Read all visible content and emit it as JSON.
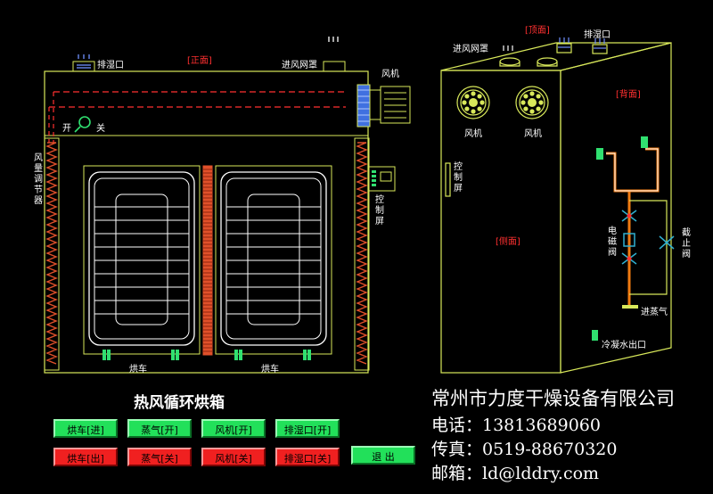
{
  "labels": {
    "front_tag": "[正面]",
    "top_tag": "[顶面]",
    "back_tag": "[背面]",
    "side_tag": "[侧面]",
    "exhaust_front": "排湿口",
    "intake_front": "进风网罩",
    "fan_front": "风机",
    "open": "开",
    "close": "关",
    "damper": "风量调节器",
    "control_front": "控制屏",
    "cart_left": "烘车",
    "cart_right": "烘车",
    "intake_side": "进风网罩",
    "exhaust_side": "排湿口",
    "fan1": "风机",
    "fan2": "风机",
    "control_side": "控制屏",
    "solenoid": "电磁阀",
    "stop_valve": "截止阀",
    "steam_in": "进蒸气",
    "condensate": "冷凝水出口"
  },
  "title": "热风循环烘箱",
  "buttons": {
    "cart_in": "烘车[进]",
    "steam_on": "蒸气[开]",
    "fan_on": "风机[开]",
    "exhaust_on": "排湿口[开]",
    "cart_out": "烘车[出]",
    "steam_off": "蒸气[关]",
    "fan_off": "风机[关]",
    "exhaust_off": "排湿口[关]",
    "exit": "退 出"
  },
  "company": {
    "name": "常州市力度干燥设备有限公司",
    "phone": "电话：13813689060",
    "fax": "传真：0519-88670320",
    "email": "邮箱：ld@lddry.com"
  },
  "colors": {
    "line": "#d8e85a",
    "frame": "#ffffff",
    "accent_red": "#ff3030",
    "heater": "#e0502a",
    "pipe": "#f07a10",
    "valve": "#30b0d0",
    "button_green": "#22e05a",
    "button_red": "#f02020"
  },
  "icons": [
    "fan-icon",
    "key-icon",
    "vent-icon",
    "valve-icon",
    "control-panel-icon"
  ]
}
